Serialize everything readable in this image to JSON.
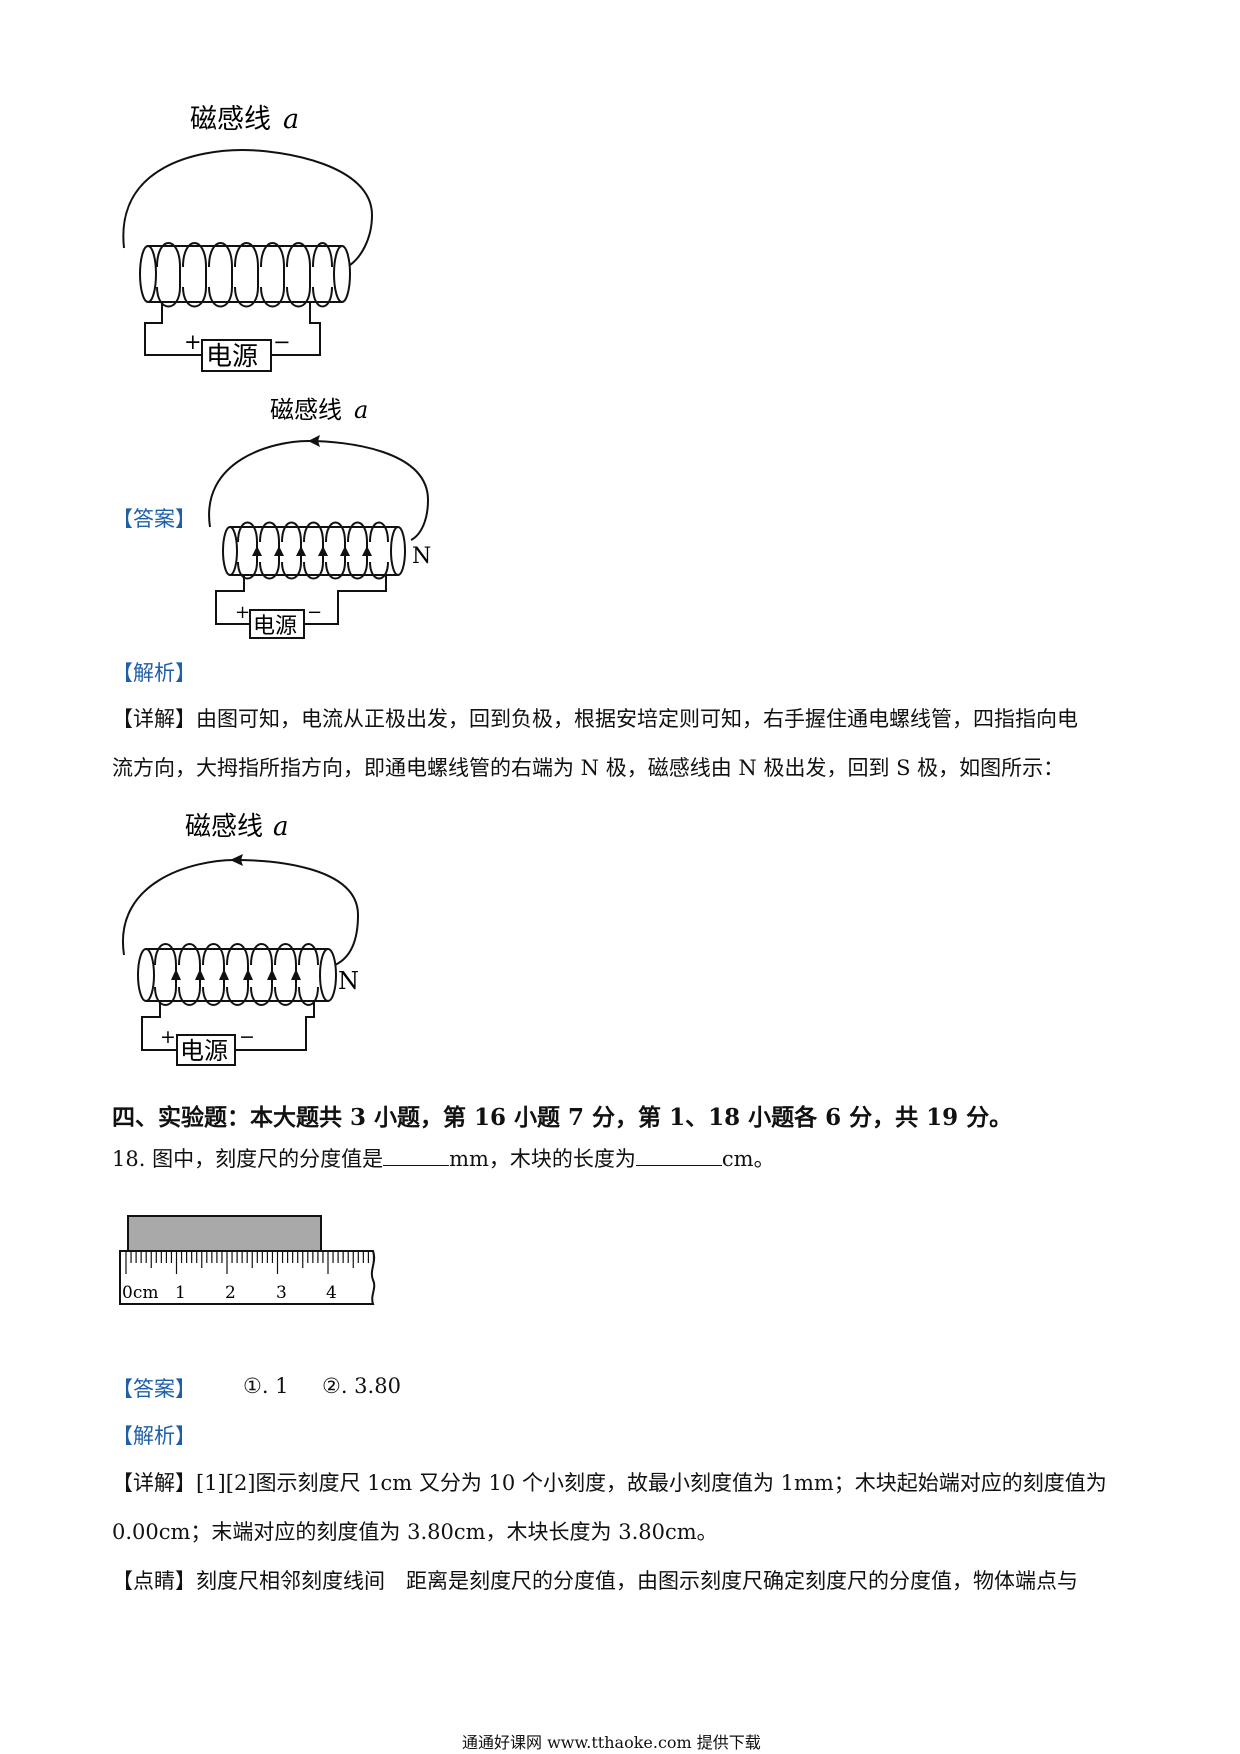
{
  "figures": {
    "fig1": {
      "title": "磁感线",
      "title_var": "a",
      "source_label": "电源",
      "plus": "+",
      "minus": "−"
    },
    "fig2": {
      "title": "磁感线",
      "title_var": "a",
      "source_label": "电源",
      "plus": "+",
      "minus": "−",
      "pole": "N"
    },
    "fig3": {
      "title": "磁感线",
      "title_var": "a",
      "source_label": "电源",
      "plus": "+",
      "minus": "−",
      "pole": "N"
    },
    "ruler": {
      "ticks": [
        "0cm",
        "1",
        "2",
        "3",
        "4"
      ]
    }
  },
  "q17": {
    "answer_tag": "【答案】",
    "analysis_tag": "【解析】",
    "detail_tag": "【详解】",
    "detail_line1": "由图可知，电流从正极出发，回到负极，根据安培定则可知，右手握住通电螺线管，四指指向电",
    "detail_line2": "流方向，大拇指所指方向，即通电螺线管的右端为 N 极，磁感线由 N 极出发，回到 S 极，如图所示："
  },
  "section4": {
    "heading": "四、实验题：本大题共 3 小题，第 16 小题 7 分，第 1、18 小题各 6 分，共 19 分。"
  },
  "q18": {
    "stem_a": "18. 图中，刻度尺的分度值是",
    "stem_b": "mm，木块的长度为",
    "stem_c": "cm。",
    "answer_tag": "【答案】",
    "answer_1": "①. 1",
    "answer_2": "②. 3.80",
    "analysis_tag": "【解析】",
    "detail_tag": "【详解】",
    "detail_line1": "[1][2]图示刻度尺 1cm 又分为 10 个小刻度，故最小刻度值为 1mm；木块起始端对应的刻度值为",
    "detail_line2": "0.00cm；末端对应的刻度值为 3.80cm，木块长度为 3.80cm。",
    "comment_tag": "【点睛】",
    "comment_line": "刻度尺相邻刻度线间　距离是刻度尺的分度值，由图示刻度尺确定刻度尺的分度值，物体端点与"
  },
  "footer": {
    "text": "通通好课网  www.tthaoke.com  提供下载"
  }
}
